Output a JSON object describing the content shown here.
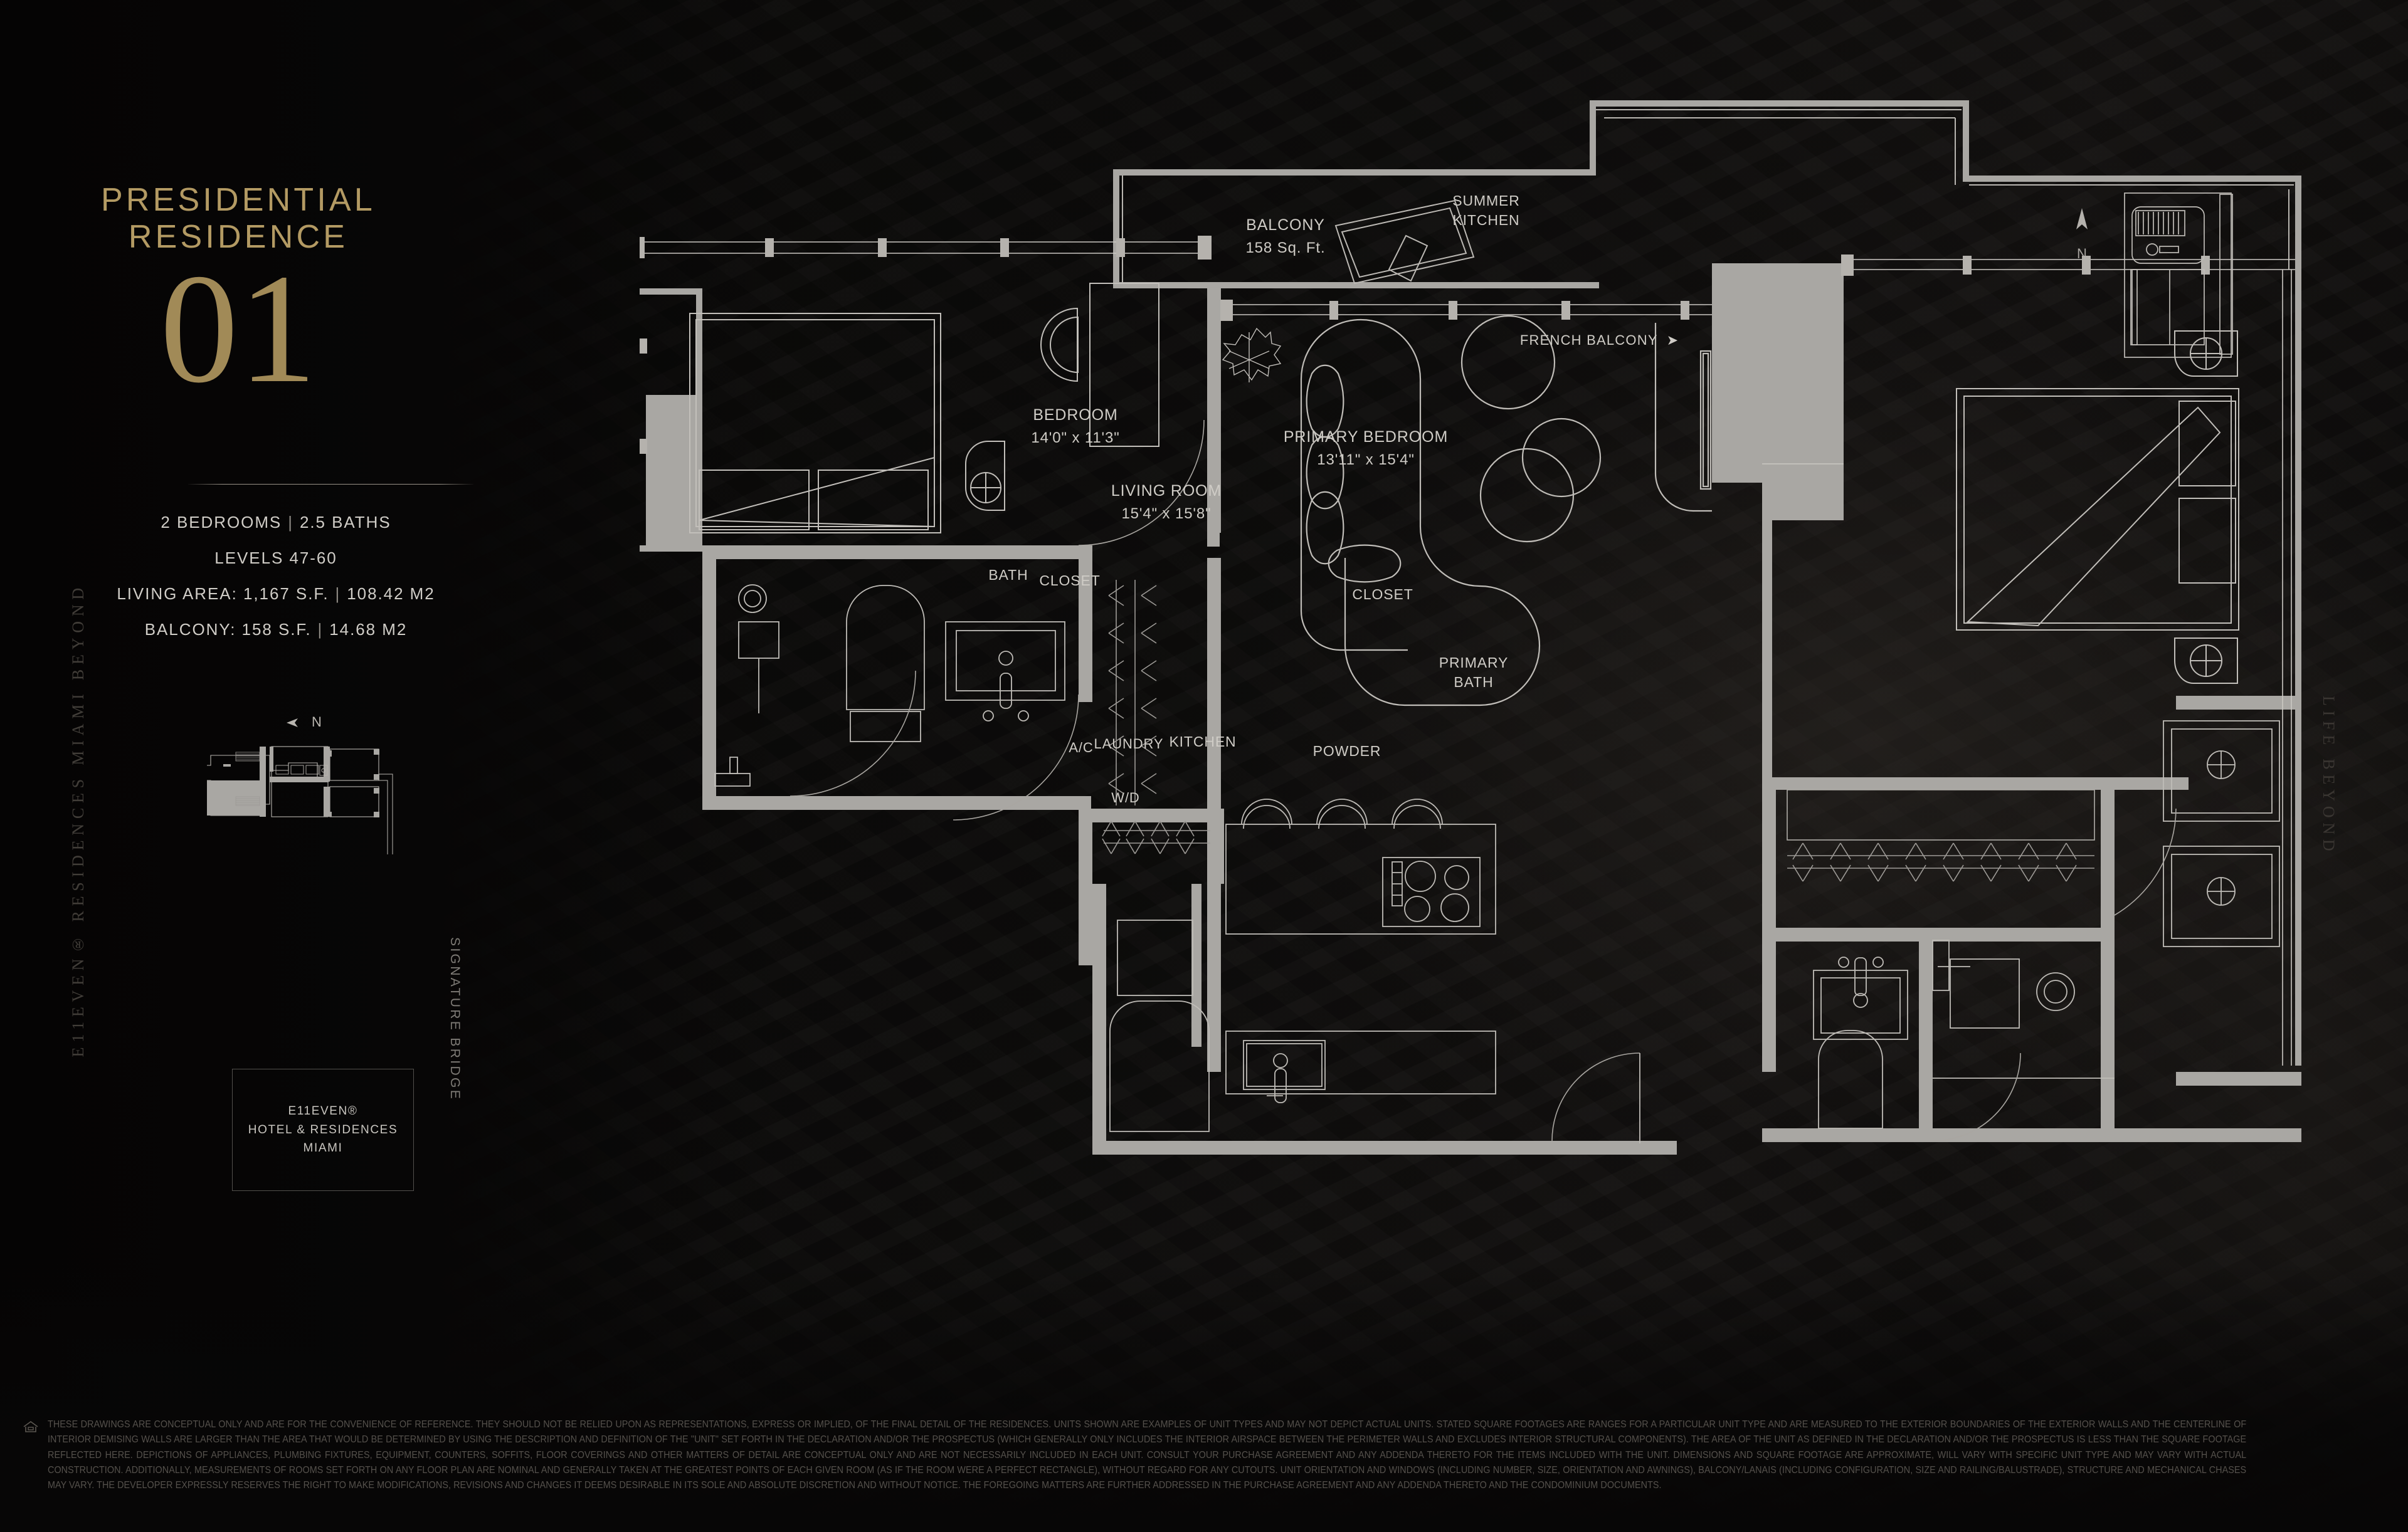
{
  "brand": {
    "left_vertical": "E11EVEN® RESIDENCES MIAMI BEYOND",
    "right_vertical": "LIFE BEYOND",
    "logo_line1": "E11EVEN®",
    "logo_line2": "HOTEL & RESIDENCES",
    "logo_line3": "MIAMI"
  },
  "header": {
    "title_line1": "PRESIDENTIAL",
    "title_line2": "RESIDENCE",
    "unit_number": "01"
  },
  "specs": {
    "bedrooms": "2 BEDROOMS",
    "separator": "|",
    "baths": "2.5 BATHS",
    "levels": "LEVELS 47-60",
    "living_area": "LIVING AREA: 1,167 S.F.",
    "living_area_metric": "108.42  M2",
    "balcony": "BALCONY: 158 S.F.",
    "balcony_metric": "14.68  M2"
  },
  "keyplan": {
    "north_label": "N",
    "signature_bridge": "SIGNATURE BRIDGE"
  },
  "plan": {
    "north_label": "N",
    "french_balcony": "FRENCH BALCONY",
    "french_balcony_arrow": "➤",
    "rooms": [
      {
        "name": "BALCONY",
        "dim": "158 Sq. Ft."
      },
      {
        "name": "SUMMER\nKITCHEN",
        "dim": ""
      },
      {
        "name": "BEDROOM",
        "dim": "14'0\" x 11'3\""
      },
      {
        "name": "PRIMARY BEDROOM",
        "dim": "13'11\" x 15'4\""
      },
      {
        "name": "LIVING ROOM",
        "dim": "15'4\" x 15'8\""
      },
      {
        "name": "BATH",
        "dim": ""
      },
      {
        "name": "CLOSET",
        "dim": ""
      },
      {
        "name": "CLOSET",
        "dim": ""
      },
      {
        "name": "PRIMARY\nBATH",
        "dim": ""
      },
      {
        "name": "POWDER",
        "dim": ""
      },
      {
        "name": "KITCHEN",
        "dim": ""
      },
      {
        "name": "LAUNDRY",
        "dim": ""
      },
      {
        "name": "A/C",
        "dim": ""
      },
      {
        "name": "W/D",
        "dim": ""
      }
    ]
  },
  "disclaimer": {
    "text": "THESE DRAWINGS ARE CONCEPTUAL ONLY AND ARE FOR THE CONVENIENCE OF REFERENCE. THEY SHOULD NOT BE RELIED UPON AS REPRESENTATIONS, EXPRESS OR IMPLIED, OF THE FINAL DETAIL OF THE RESIDENCES. UNITS SHOWN ARE EXAMPLES OF UNIT TYPES AND MAY NOT DEPICT ACTUAL UNITS. STATED SQUARE FOOTAGES ARE RANGES FOR A PARTICULAR UNIT TYPE AND ARE MEASURED TO THE EXTERIOR BOUNDARIES OF THE EXTERIOR WALLS AND THE CENTERLINE OF INTERIOR DEMISING WALLS ARE LARGER THAN THE AREA THAT WOULD BE DETERMINED BY USING THE DESCRIPTION AND DEFINITION OF THE \"UNIT\" SET FORTH IN THE DECLARATION AND/OR THE PROSPECTUS (WHICH GENERALLY ONLY INCLUDES THE INTERIOR AIRSPACE BETWEEN THE PERIMETER WALLS AND EXCLUDES INTERIOR STRUCTURAL COMPONENTS). THE AREA OF THE UNIT AS DEFINED IN THE DECLARATION AND/OR THE PROSPECTUS IS LESS THAN THE SQUARE FOOTAGE REFLECTED HERE. DEPICTIONS OF APPLIANCES, PLUMBING FIXTURES, EQUIPMENT, COUNTERS, SOFFITS, FLOOR COVERINGS AND OTHER MATTERS OF DETAIL ARE CONCEPTUAL ONLY AND ARE NOT NECESSARILY INCLUDED IN EACH UNIT. CONSULT YOUR PURCHASE AGREEMENT AND ANY ADDENDA THERETO FOR THE ITEMS INCLUDED WITH THE UNIT. DIMENSIONS AND SQUARE FOOTAGE ARE APPROXIMATE, WILL VARY WITH SPECIFIC UNIT TYPE AND MAY VARY WITH ACTUAL CONSTRUCTION. ADDITIONALLY, MEASUREMENTS OF ROOMS SET FORTH ON ANY FLOOR PLAN ARE NOMINAL AND GENERALLY TAKEN AT THE GREATEST POINTS OF EACH GIVEN ROOM (AS IF THE ROOM WERE A PERFECT RECTANGLE), WITHOUT REGARD FOR ANY CUTOUTS. UNIT ORIENTATION AND WINDOWS (INCLUDING NUMBER, SIZE, ORIENTATION AND AWNINGS), BALCONY/LANAIS (INCLUDING CONFIGURATION, SIZE AND RAILING/BALUSTRADE), STRUCTURE AND MECHANICAL CHASES MAY VARY. THE DEVELOPER EXPRESSLY RESERVES THE RIGHT TO MAKE MODIFICATIONS, REVISIONS AND CHANGES IT DEEMS DESIRABLE IN ITS SOLE AND ABSOLUTE DISCRETION AND WITHOUT NOTICE. THE FOREGOING MATTERS ARE FURTHER ADDRESSED IN THE PURCHASE AGREEMENT AND ANY ADDENDA THERETO AND THE CONDOMINIUM DOCUMENTS."
  },
  "colors": {
    "gold": "#b39a63",
    "gold_numeral": "#a18a57",
    "text_light": "#cfccc6",
    "wall": "#a9a7a3",
    "line": "#c8c5c0",
    "background": "#0b0a09"
  }
}
